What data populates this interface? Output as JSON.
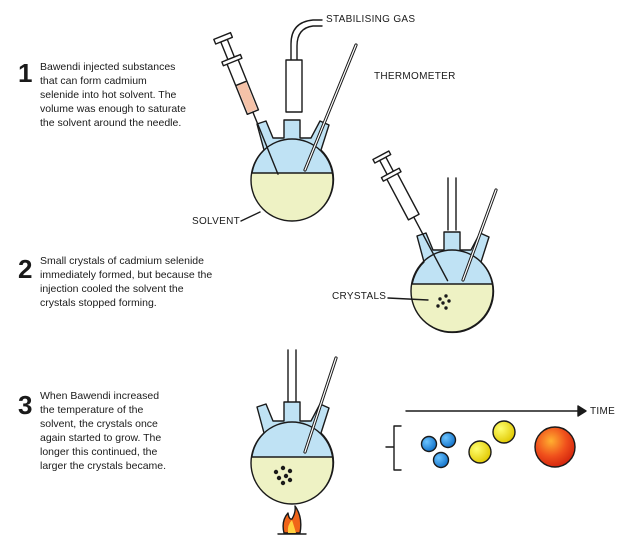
{
  "steps": [
    {
      "number": "1",
      "lines": [
        "Bawendi injected substances",
        "that can form cadmium",
        "selenide into hot solvent. The",
        "volume was enough to saturate",
        "the solvent around the needle."
      ]
    },
    {
      "number": "2",
      "lines": [
        "Small crystals of cadmium selenide",
        "immediately formed, but because the",
        "injection cooled the solvent the",
        "crystals stopped forming."
      ]
    },
    {
      "number": "3",
      "lines": [
        "When Bawendi increased",
        "the temperature of the",
        "solvent, the crystals once",
        "again started to grow. The",
        "longer this continued, the",
        "larger the crystals became."
      ]
    }
  ],
  "labels": {
    "stabilising_gas": "STABILISING GAS",
    "thermometer": "THERMOMETER",
    "solvent": "SOLVENT",
    "crystals": "CRYSTALS",
    "time": "TIME"
  },
  "colors": {
    "glass": "#bfe2f4",
    "solvent": "#eef2c4",
    "syringe_liquid": "#f5c2a8",
    "outline": "#1a1a1a",
    "blue_crystal": "#1e90e0",
    "yellow_crystal": "#f2e600",
    "red_crystal": "#e8341c"
  }
}
